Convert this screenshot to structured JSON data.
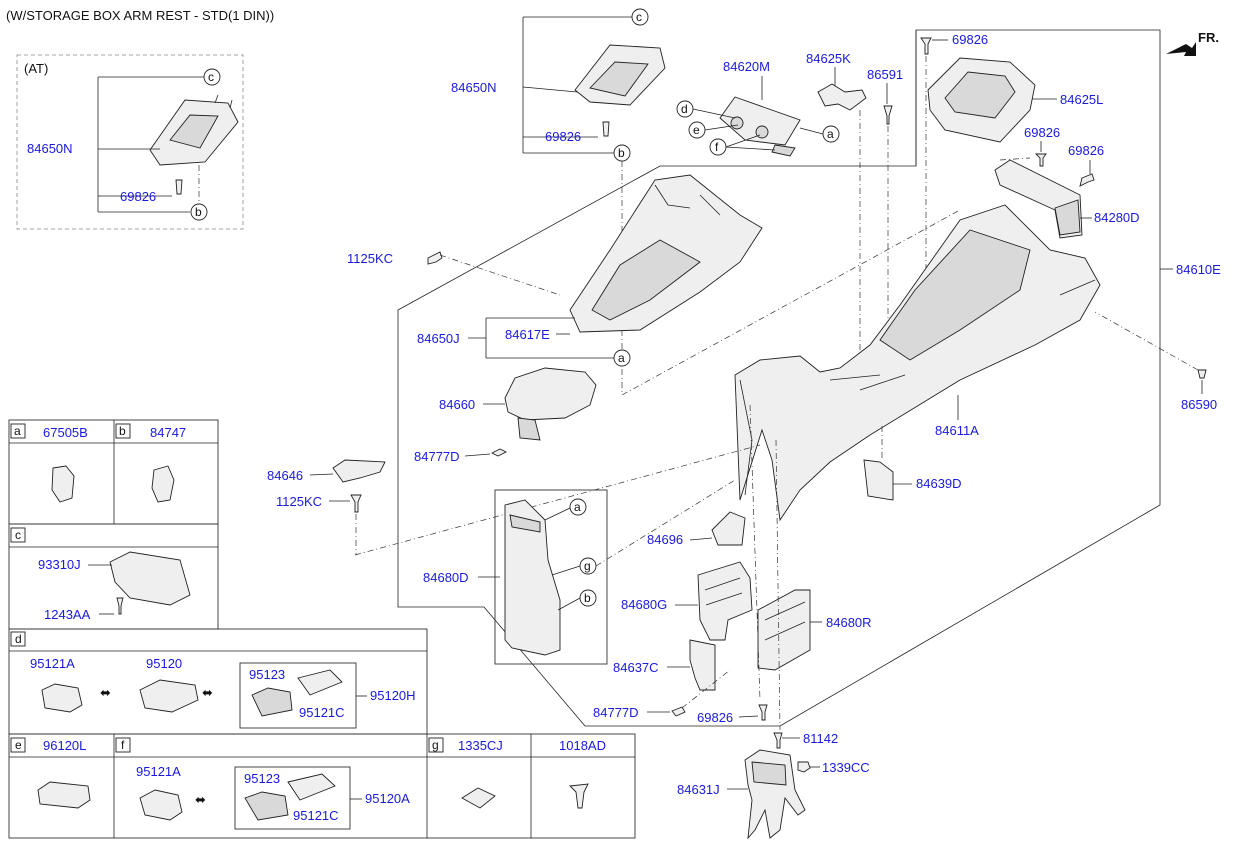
{
  "title": "(W/STORAGE BOX ARM REST - STD(1 DIN))",
  "direction": "FR.",
  "at_label": "(AT)",
  "callouts": {
    "a": "a",
    "b": "b",
    "c": "c",
    "d": "d",
    "e": "e",
    "f": "f",
    "g": "g"
  },
  "parts": {
    "p84650N_at": "84650N",
    "p69826_at": "69826",
    "p84650N": "84650N",
    "p69826_top": "69826",
    "p84620M": "84620M",
    "p84625K": "84625K",
    "p86591": "86591",
    "p69826_r1": "69826",
    "p84625L": "84625L",
    "p69826_r2": "69826",
    "p69826_r3": "69826",
    "p84280D": "84280D",
    "p84610E": "84610E",
    "p1125KC_a": "1125KC",
    "p84650J": "84650J",
    "p84617E": "84617E",
    "p86590": "86590",
    "p84660": "84660",
    "p84611A": "84611A",
    "p84777D_a": "84777D",
    "p84646": "84646",
    "p84639D": "84639D",
    "p1125KC_b": "1125KC",
    "p84696": "84696",
    "p84680D": "84680D",
    "p84680G": "84680G",
    "p84680R": "84680R",
    "p84637C": "84637C",
    "p84777D_b": "84777D",
    "p69826_bot": "69826",
    "p81142": "81142",
    "p1339CC": "1339CC",
    "p84631J": "84631J"
  },
  "legend": {
    "a_part": "67505B",
    "b_part": "84747",
    "c_p1": "93310J",
    "c_p2": "1243AA",
    "d_p1": "95121A",
    "d_p2": "95120",
    "d_p3": "95123",
    "d_p4": "95121C",
    "d_p5": "95120H",
    "e_part": "96120L",
    "f_p1": "95121A",
    "f_p2": "95123",
    "f_p3": "95121C",
    "f_p4": "95120A",
    "g_part": "1335CJ",
    "h_part": "1018AD"
  }
}
